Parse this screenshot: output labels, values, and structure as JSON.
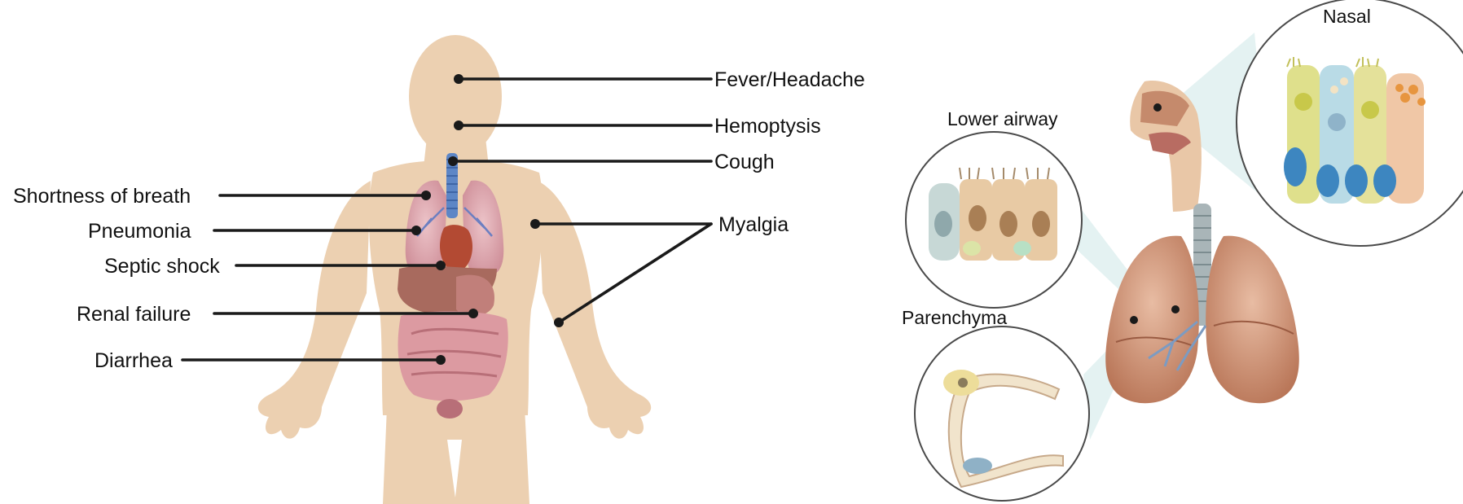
{
  "body_panel": {
    "symptoms_right": {
      "fever": "Fever/Headache",
      "hemoptysis": "Hemoptysis",
      "cough": "Cough",
      "myalgia": "Myalgia"
    },
    "symptoms_left": {
      "shortness_of_breath": "Shortness of breath",
      "pneumonia": "Pneumonia",
      "septic_shock": "Septic shock",
      "renal_failure": "Renal failure",
      "diarrhea": "Diarrhea"
    }
  },
  "respiratory_panel": {
    "nasal": "Nasal",
    "lower_airway": "Lower airway",
    "parenchyma": "Parenchyma"
  },
  "colors": {
    "skin": "#ecd0b1",
    "lung": "#e3b0b6",
    "heart": "#b34a33",
    "liver": "#a86a5e",
    "intestine": "#dc9aa1",
    "trachea": "#5d86c6",
    "lung_brown": "#c98f6c",
    "callout_fill": "#d8ecec"
  }
}
